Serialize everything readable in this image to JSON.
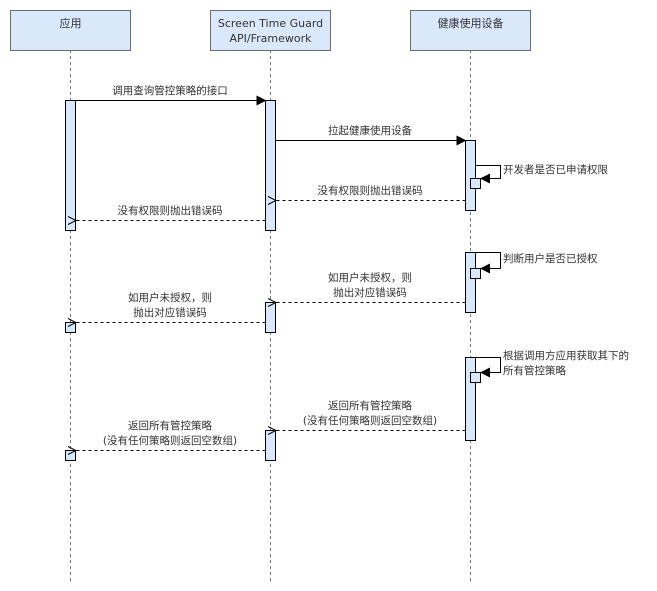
{
  "diagram": {
    "type": "sequence",
    "participants": [
      {
        "id": "app",
        "label_lines": [
          "应用"
        ]
      },
      {
        "id": "framework",
        "label_lines": [
          "Screen Time Guard",
          "API/Framework"
        ]
      },
      {
        "id": "health",
        "label_lines": [
          "健康使用设备"
        ]
      }
    ],
    "messages": [
      {
        "id": "m1",
        "from": "app",
        "to": "framework",
        "kind": "sync",
        "label_lines": [
          "调用查询管控策略的接口"
        ]
      },
      {
        "id": "m2",
        "from": "framework",
        "to": "health",
        "kind": "sync",
        "label_lines": [
          "拉起健康使用设备"
        ]
      },
      {
        "id": "m3",
        "from": "health",
        "to": "health",
        "kind": "self",
        "label_lines": [
          "开发者是否已申请权限"
        ]
      },
      {
        "id": "m4",
        "from": "health",
        "to": "framework",
        "kind": "return",
        "label_lines": [
          "没有权限则抛出错误码"
        ]
      },
      {
        "id": "m5",
        "from": "framework",
        "to": "app",
        "kind": "return",
        "label_lines": [
          "没有权限则抛出错误码"
        ]
      },
      {
        "id": "m6",
        "from": "health",
        "to": "health",
        "kind": "self",
        "label_lines": [
          "判断用户是否已授权"
        ]
      },
      {
        "id": "m7",
        "from": "health",
        "to": "framework",
        "kind": "return",
        "label_lines": [
          "如用户未授权，则",
          "抛出对应错误码"
        ]
      },
      {
        "id": "m8",
        "from": "framework",
        "to": "app",
        "kind": "return",
        "label_lines": [
          "如用户未授权，则",
          "抛出对应错误码"
        ]
      },
      {
        "id": "m9",
        "from": "health",
        "to": "health",
        "kind": "self",
        "label_lines": [
          "根据调用方应用获取其下的",
          "所有管控策略"
        ]
      },
      {
        "id": "m10",
        "from": "health",
        "to": "framework",
        "kind": "return",
        "label_lines": [
          "返回所有管控策略",
          "(没有任何策略则返回空数组)"
        ]
      },
      {
        "id": "m11",
        "from": "framework",
        "to": "app",
        "kind": "return",
        "label_lines": [
          "返回所有管控策略",
          "(没有任何策略则返回空数组)"
        ]
      }
    ],
    "colors": {
      "participant_fill": "#dae8fc",
      "participant_stroke": "#6c6c6c",
      "activation_fill": "#dae8fc",
      "line": "#000000",
      "text": "#333333"
    }
  }
}
